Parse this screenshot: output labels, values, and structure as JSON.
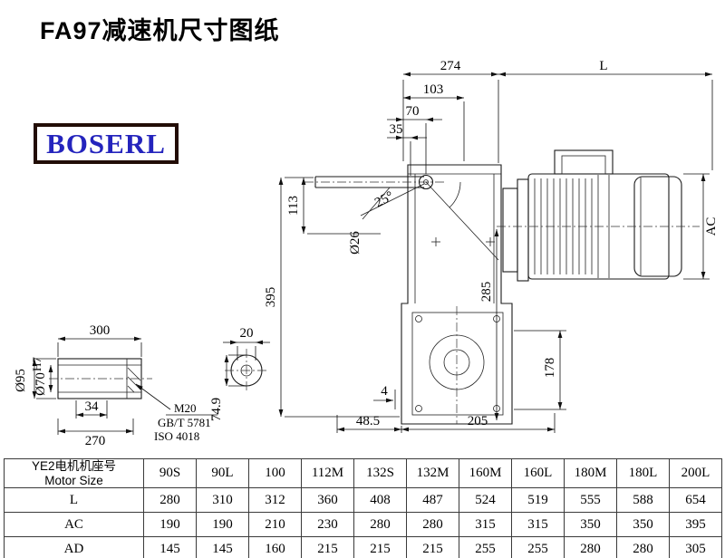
{
  "page": {
    "title": "FA97减速机尺寸图纸",
    "logo": "BOSERL"
  },
  "drawing": {
    "dims": {
      "top_width": "274",
      "motor_length": "L",
      "dim_103": "103",
      "dim_70": "70",
      "dim_35": "35",
      "angle": "25°",
      "shaft_dia": "Ø26",
      "height_395": "395",
      "dim_113": "113",
      "dim_285": "285",
      "motor_height": "AC",
      "dim_178": "178",
      "dim_4": "4",
      "dim_48_5": "48.5",
      "dim_205": "205"
    },
    "shaft_detail": {
      "length": "300",
      "dim_34": "34",
      "dim_270": "270",
      "dia_95": "Ø95",
      "dia_70": "Ø70",
      "tol": "H7",
      "thread": "M20",
      "std1": "GB/T 5781",
      "std2": "ISO 4018"
    },
    "key_detail": {
      "width": "20",
      "height": "74.9"
    }
  },
  "table": {
    "row_header_line1": "YE2电机机座号",
    "row_header_line2": "Motor Size",
    "columns": [
      "90S",
      "90L",
      "100",
      "112M",
      "132S",
      "132M",
      "160M",
      "160L",
      "180M",
      "180L",
      "200L"
    ],
    "rows": [
      {
        "label": "L",
        "values": [
          "280",
          "310",
          "312",
          "360",
          "408",
          "487",
          "524",
          "519",
          "555",
          "588",
          "654"
        ]
      },
      {
        "label": "AC",
        "values": [
          "190",
          "190",
          "210",
          "230",
          "280",
          "280",
          "315",
          "315",
          "350",
          "350",
          "395"
        ]
      },
      {
        "label": "AD",
        "values": [
          "145",
          "145",
          "160",
          "215",
          "215",
          "215",
          "255",
          "255",
          "280",
          "280",
          "305"
        ]
      }
    ]
  }
}
